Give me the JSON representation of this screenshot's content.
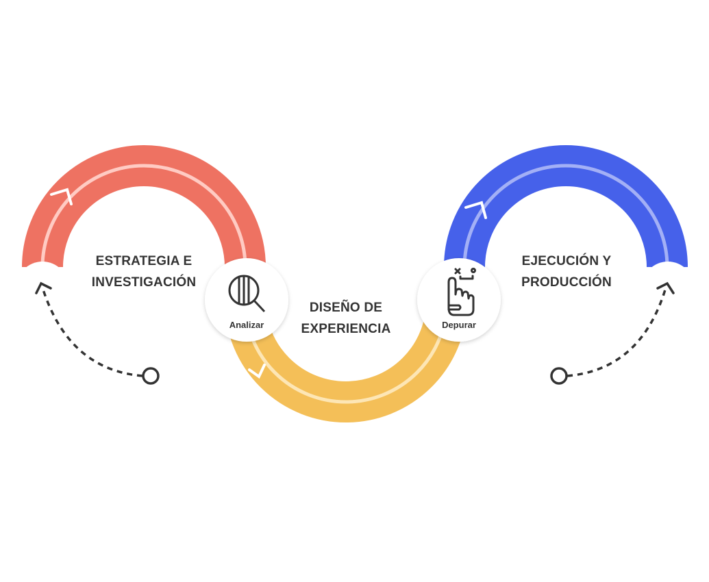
{
  "stages": [
    {
      "title_line1": "ESTRATEGIA E",
      "title_line2": "INVESTIGACIÓN",
      "color": "#EE7262",
      "line_color": "#FFCBC3"
    },
    {
      "title_line1": "DISEÑO DE",
      "title_line2": "EXPERIENCIA",
      "color": "#F4BF58",
      "line_color": "#FDE6B5"
    },
    {
      "title_line1": "EJECUCIÓN Y",
      "title_line2": "PRODUCCIÓN",
      "color": "#4661EA",
      "line_color": "#A3B0F6"
    }
  ],
  "nodes": [
    {
      "label": "Analizar",
      "icon": "magnifier-icon"
    },
    {
      "label": "Depurar",
      "icon": "hand-pointer-icon"
    }
  ],
  "dashed_color": "#333333"
}
